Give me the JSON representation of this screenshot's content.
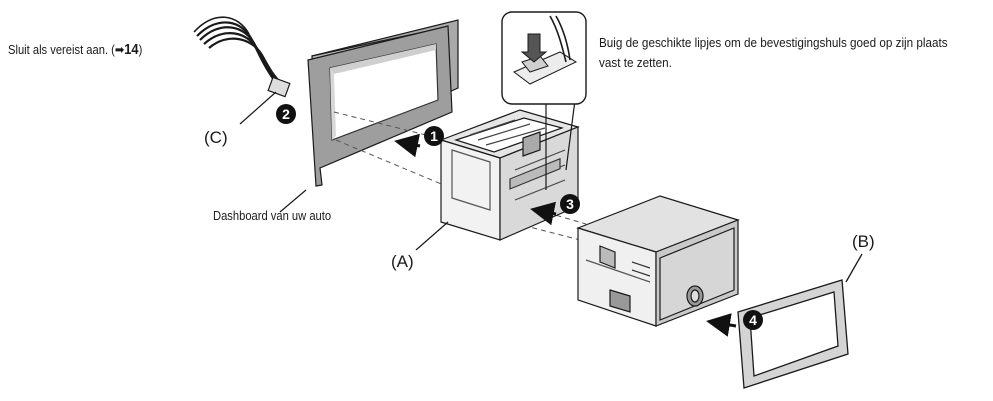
{
  "callouts": {
    "connect": {
      "text": "Sluit als vereist aan. (",
      "arrow": "➡",
      "page": "14",
      "close": ")"
    },
    "dashboard": "Dashboard van uw auto",
    "bend_tabs": "Buig de geschikte lipjes om de bevestigingshuls goed op zijn plaats vast te zetten."
  },
  "part_labels": {
    "sleeve": "(A)",
    "trim_plate": "(B)",
    "connector": "(C)"
  },
  "steps": [
    "1",
    "2",
    "3",
    "4"
  ],
  "colors": {
    "line": "#1a1a1a",
    "shade_dark": "#8a8a8a",
    "shade_mid": "#bdbdbd",
    "shade_light": "#e4e4e4"
  },
  "icons": [
    "arrow-right-icon",
    "hand-bending-tab-icon"
  ]
}
